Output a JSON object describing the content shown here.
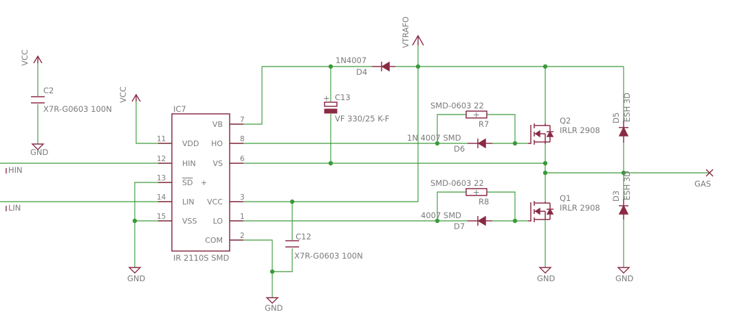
{
  "ic": {
    "name": "IC7",
    "value": "IR 2110S SMD",
    "pins": {
      "vb": "VB",
      "ho": "HO",
      "vs": "VS",
      "vcc": "VCC",
      "lo": "LO",
      "com": "COM",
      "vdd": "VDD",
      "hin": "HIN",
      "sd": "SD",
      "sd_plus": "+",
      "lin": "LIN",
      "vss": "VSS"
    },
    "pin_numbers": {
      "p7": "7",
      "p8": "8",
      "p6": "6",
      "p3": "3",
      "p1": "1",
      "p2": "2",
      "p11": "11",
      "p12": "12",
      "p13": "13",
      "p14": "14",
      "p15": "15"
    }
  },
  "capacitors": {
    "c2": {
      "name": "C2",
      "value": "X7R-G0603 100N"
    },
    "c12": {
      "name": "C12",
      "value": "X7R-G0603 100N"
    },
    "c13": {
      "name": "C13",
      "value": "VF 330/25 K-F",
      "plus": "+"
    }
  },
  "diodes": {
    "d4": {
      "name": "D4",
      "value": "1N4007"
    },
    "d6": {
      "name": "D6",
      "value": "1N 4007 SMD"
    },
    "d7": {
      "name": "D7",
      "value": "4007 SMD"
    },
    "d5": {
      "name": "D5",
      "value": "ESH 3D"
    },
    "d3": {
      "name": "D3",
      "value": "ESH 3D"
    }
  },
  "resistors": {
    "r7": {
      "name": "R7",
      "value": "SMD-0603 22",
      "plus": "+"
    },
    "r8": {
      "name": "R8",
      "value": "SMD-0603 22",
      "plus": "+"
    }
  },
  "transistors": {
    "q2": {
      "name": "Q2",
      "value": "IRLR 2908"
    },
    "q1": {
      "name": "Q1",
      "value": "IRLR 2908"
    }
  },
  "nets": {
    "vcc": "VCC",
    "vtrafo": "VTRAFO",
    "gnd": "GND",
    "hin": "HIN",
    "lin": "LIN",
    "gas": "GAS"
  },
  "colors": {
    "wire": "#3a9a3a",
    "part": "#8a2a45",
    "text": "#7a7a7a",
    "background": "#ffffff"
  }
}
